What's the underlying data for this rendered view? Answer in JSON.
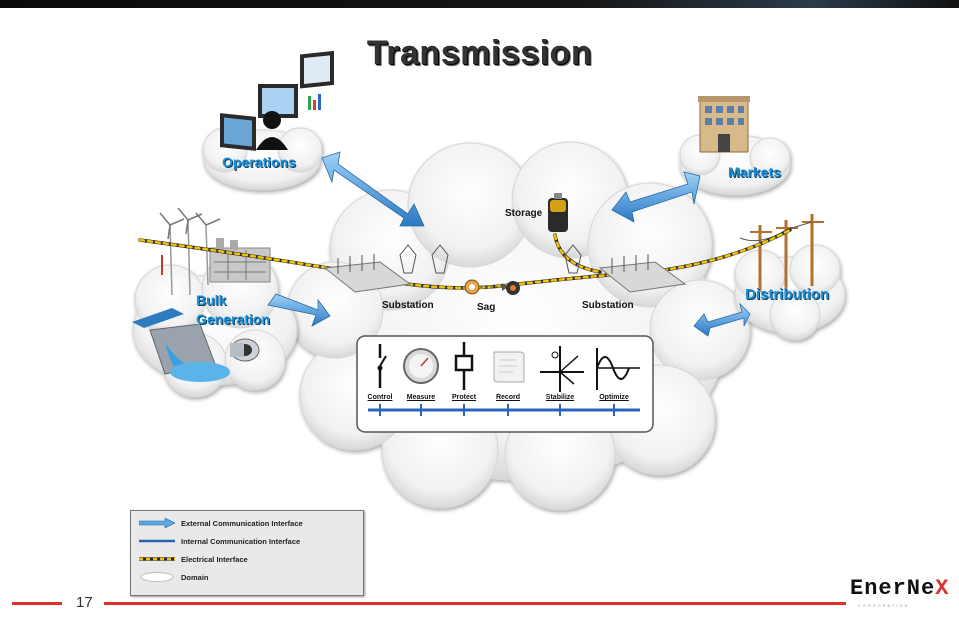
{
  "slide": {
    "title": "Transmission",
    "page_number": "17"
  },
  "domains": {
    "operations": "Operations",
    "markets": "Markets",
    "bulk_generation_line1": "Bulk",
    "bulk_generation_line2": "Generation",
    "distribution": "Distribution"
  },
  "transmission": {
    "storage": "Storage",
    "substation_left": "Substation",
    "sag": "Sag",
    "substation_right": "Substation",
    "functions": [
      "Control",
      "Measure",
      "Protect",
      "Record",
      "Stabilize",
      "Optimize"
    ]
  },
  "legend": {
    "items": [
      "External Communication Interface",
      "Internal Communication Interface",
      "Electrical Interface",
      "Domain"
    ]
  },
  "branding": {
    "company_main": "EnerNe",
    "company_x": "X",
    "company_sub": "CORPORATION"
  },
  "colors": {
    "accent_blue": "#1f8fd6",
    "footer_red": "#e0302e",
    "electrical_yellow": "#f2c200"
  }
}
